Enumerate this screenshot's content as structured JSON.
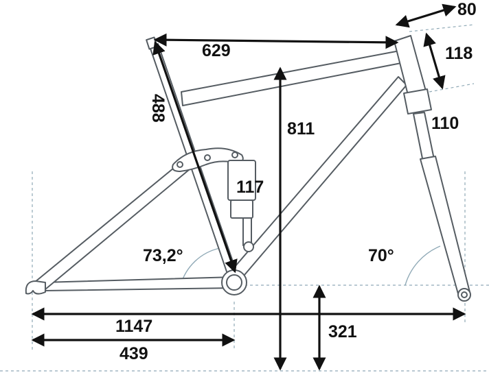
{
  "labels": {
    "top_tube": "629",
    "stem": "80",
    "head_tube": "118",
    "fork": "110",
    "seat_tube": "488",
    "stack": "811",
    "shock": "117",
    "seat_angle": "73,2°",
    "head_angle": "70°",
    "wheelbase": "1147",
    "chainstay": "439",
    "bb_height": "321"
  },
  "colors": {
    "frame_stroke": "#555c62",
    "guide_line": "#8fa9b6",
    "dimension_line": "#111111"
  }
}
